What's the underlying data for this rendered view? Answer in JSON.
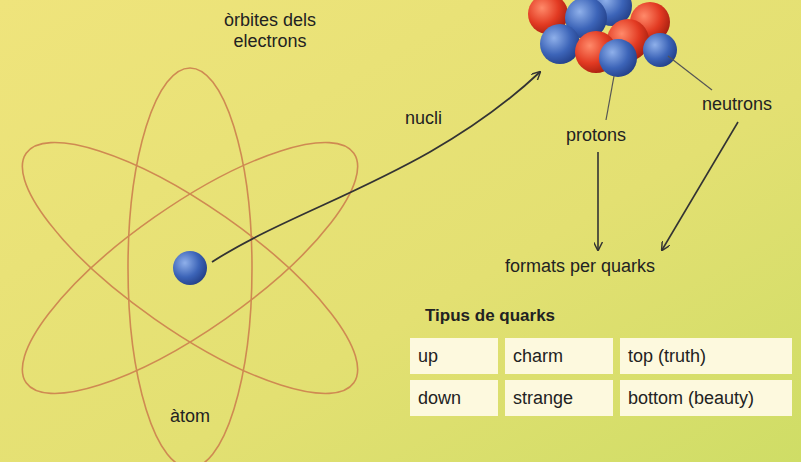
{
  "diagram": {
    "labels": [
      "òrbites dels electrons",
      "nucli",
      "neutrons",
      "protons",
      "formats per quarks",
      "àtom",
      "Tipus de quarks",
      "up",
      "charm",
      "top (truth)",
      "down",
      "strange",
      "bottom (beauty)"
    ]
  }
}
